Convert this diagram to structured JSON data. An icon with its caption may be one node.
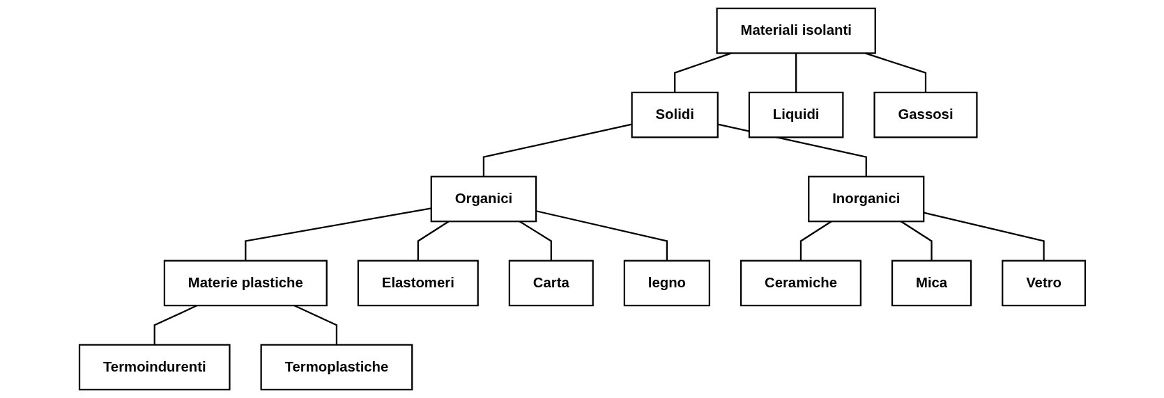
{
  "diagram": {
    "nodes": [
      {
        "text": [
          "Materiali isolanti"
        ]
      },
      {
        "text": [
          "Solidi"
        ]
      },
      {
        "text": [
          "Liquidi"
        ]
      },
      {
        "text": [
          "Gassosi"
        ]
      },
      {
        "text": [
          "Organici"
        ]
      },
      {
        "text": [
          "Inorganici"
        ]
      },
      {
        "text": [
          "Materie plastiche"
        ]
      },
      {
        "text": [
          "Elastomeri"
        ]
      },
      {
        "text": [
          "Carta"
        ]
      },
      {
        "text": [
          "legno"
        ]
      },
      {
        "text": [
          "Ceramiche"
        ]
      },
      {
        "text": [
          "Mica"
        ]
      },
      {
        "text": [
          "Vetro"
        ]
      },
      {
        "text": [
          "Termoindurenti"
        ]
      },
      {
        "text": [
          "Termoplastiche"
        ]
      }
    ],
    "edges": [
      {
        "from": 0,
        "to": 1,
        "arrow": "none"
      },
      {
        "from": 0,
        "to": 2,
        "arrow": "none"
      },
      {
        "from": 0,
        "to": 3,
        "arrow": "none"
      },
      {
        "from": 1,
        "to": 4,
        "arrow": "none"
      },
      {
        "from": 1,
        "to": 5,
        "arrow": "none"
      },
      {
        "from": 4,
        "to": 6,
        "arrow": "none"
      },
      {
        "from": 4,
        "to": 7,
        "arrow": "none"
      },
      {
        "from": 4,
        "to": 8,
        "arrow": "none"
      },
      {
        "from": 4,
        "to": 9,
        "arrow": "none"
      },
      {
        "from": 5,
        "to": 10,
        "arrow": "none"
      },
      {
        "from": 5,
        "to": 11,
        "arrow": "none"
      },
      {
        "from": 5,
        "to": 12,
        "arrow": "none"
      },
      {
        "from": 6,
        "to": 13,
        "arrow": "none"
      },
      {
        "from": 6,
        "to": 14,
        "arrow": "none"
      }
    ]
  }
}
